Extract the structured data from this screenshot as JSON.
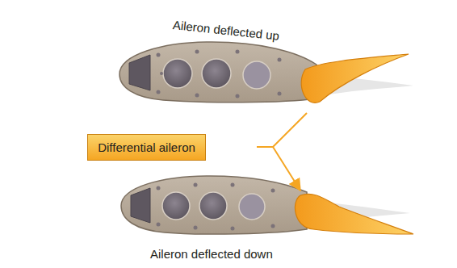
{
  "diagram": {
    "nodes": [
      {
        "text": [
          "Differential aileron"
        ]
      }
    ],
    "labels": [
      "Aileron deflected up",
      "Aileron deflected down"
    ]
  }
}
